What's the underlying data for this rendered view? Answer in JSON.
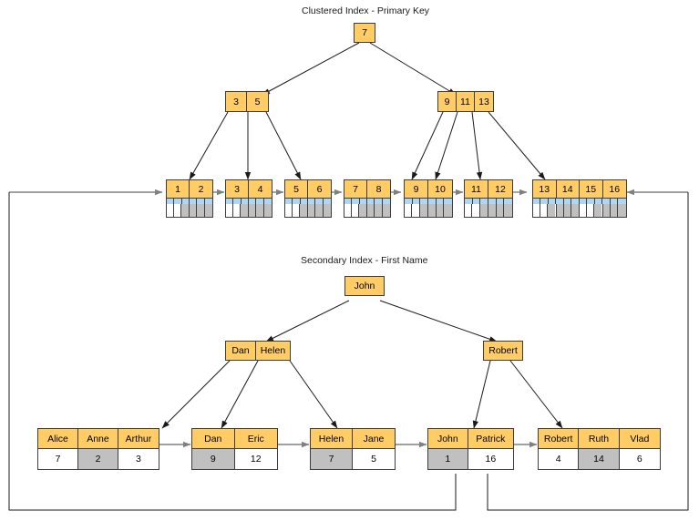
{
  "titles": {
    "clustered": "Clustered Index - Primary Key",
    "secondary": "Secondary Index - First Name"
  },
  "colors": {
    "node_fill": "#FFCC66",
    "node_stroke": "#3d3d3d",
    "band_fill": "#AFD6F5",
    "grey_fill": "#C0C0C0",
    "white_fill": "#FFFFFF",
    "wire": "#808080",
    "loop_wire": "#1a1a1a"
  },
  "clustered_index": {
    "root": {
      "keys": [
        "7"
      ]
    },
    "internal": [
      {
        "keys": [
          "3",
          "5"
        ]
      },
      {
        "keys": [
          "9",
          "11",
          "13"
        ]
      }
    ],
    "leaves": [
      {
        "keys": [
          "1",
          "2"
        ],
        "sub_pattern": [
          "white",
          "grey"
        ]
      },
      {
        "keys": [
          "3",
          "4"
        ],
        "sub_pattern": [
          "white",
          "grey"
        ]
      },
      {
        "keys": [
          "5",
          "6"
        ],
        "sub_pattern": [
          "white",
          "grey"
        ]
      },
      {
        "keys": [
          "7",
          "8"
        ],
        "sub_pattern": [
          "white",
          "grey"
        ]
      },
      {
        "keys": [
          "9",
          "10"
        ],
        "sub_pattern": [
          "white",
          "grey"
        ]
      },
      {
        "keys": [
          "11",
          "12"
        ],
        "sub_pattern": [
          "white",
          "grey"
        ]
      },
      {
        "keys": [
          "13",
          "14",
          "15",
          "16"
        ],
        "sub_pattern": [
          "white",
          "grey",
          "white",
          "grey"
        ]
      }
    ]
  },
  "secondary_index": {
    "root": {
      "keys": [
        "John"
      ]
    },
    "internal": [
      {
        "keys": [
          "Dan",
          "Helen"
        ]
      },
      {
        "keys": [
          "Robert"
        ]
      }
    ],
    "leaves": [
      {
        "names": [
          "Alice",
          "Anne",
          "Arthur"
        ],
        "ids": [
          "7",
          "2",
          "3"
        ],
        "highlight": [
          false,
          true,
          false
        ]
      },
      {
        "names": [
          "Dan",
          "Eric"
        ],
        "ids": [
          "9",
          "12"
        ],
        "highlight": [
          true,
          false
        ]
      },
      {
        "names": [
          "Helen",
          "Jane"
        ],
        "ids": [
          "7",
          "5"
        ],
        "highlight": [
          true,
          false
        ]
      },
      {
        "names": [
          "John",
          "Patrick"
        ],
        "ids": [
          "1",
          "16"
        ],
        "highlight": [
          true,
          false
        ]
      },
      {
        "names": [
          "Robert",
          "Ruth",
          "Vlad"
        ],
        "ids": [
          "4",
          "14",
          "6"
        ],
        "highlight": [
          false,
          true,
          false
        ]
      }
    ]
  }
}
